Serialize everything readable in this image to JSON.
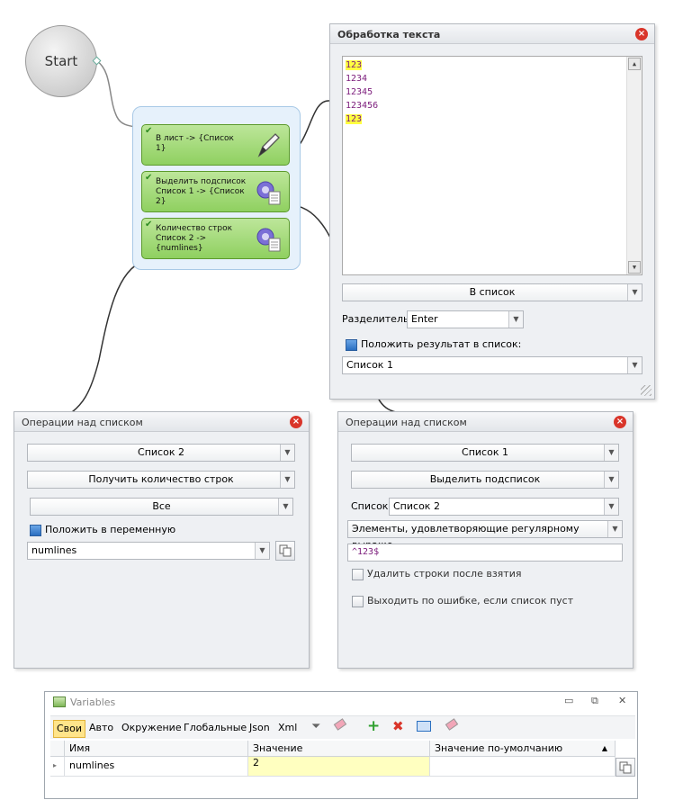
{
  "start": {
    "label": "Start"
  },
  "actions": [
    {
      "label": "В лист -> {Список\n1}"
    },
    {
      "label": "Выделить подсписок\nСписок 1 -> {Список\n2}"
    },
    {
      "label": "Количество строк\nСписок 2 ->\n{numlines}"
    }
  ],
  "text_panel": {
    "title": "Обработка текста",
    "lines": [
      "123",
      "1234",
      "12345",
      "123456",
      "123"
    ],
    "mode": "В список",
    "separator_label": "Разделитель",
    "separator_value": "Enter",
    "put_result_label": "Положить результат в список:",
    "result_list": "Список 1"
  },
  "list_ops_left": {
    "title": "Операции над списком",
    "list": "Список 2",
    "operation": "Получить количество строк",
    "scope": "Все",
    "put_var_label": "Положить в переменную",
    "variable": "numlines"
  },
  "list_ops_right": {
    "title": "Операции над списком",
    "list": "Список 1",
    "operation": "Выделить подсписок",
    "target_label": "Список",
    "target_value": "Список 2",
    "filter": "Элементы, удовлетворяющие регулярному выраже...",
    "regex": "^123$",
    "delete_label": "Удалить строки после взятия",
    "exit_label": "Выходить по ошибке, если список пуст"
  },
  "variables": {
    "title": "Variables",
    "tabs": [
      "Свои",
      "Авто",
      "Окружение",
      "Глобальные",
      "Json",
      "Xml"
    ],
    "columns": [
      "Имя",
      "Значение",
      "Значение по-умолчанию"
    ],
    "rows": [
      {
        "name": "numlines",
        "value": "2",
        "default": ""
      }
    ]
  },
  "colors": {
    "accent_green": "#8fd060",
    "highlight_yellow": "#ffff40",
    "close_red": "#d9352a"
  }
}
